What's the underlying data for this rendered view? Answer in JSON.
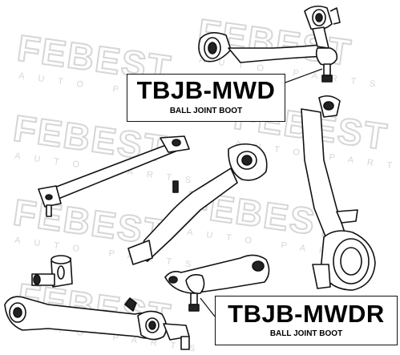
{
  "watermark": {
    "brand": "FEBEST",
    "tagline": "AUTO PARTS"
  },
  "labels": [
    {
      "part_number": "TBJB-MWD",
      "description": "BALL JOINT BOOT"
    },
    {
      "part_number": "TBJB-MWDR",
      "description": "BALL JOINT BOOT"
    }
  ],
  "colors": {
    "watermark": "#d6d6d6",
    "line": "#111111",
    "background": "#ffffff"
  }
}
